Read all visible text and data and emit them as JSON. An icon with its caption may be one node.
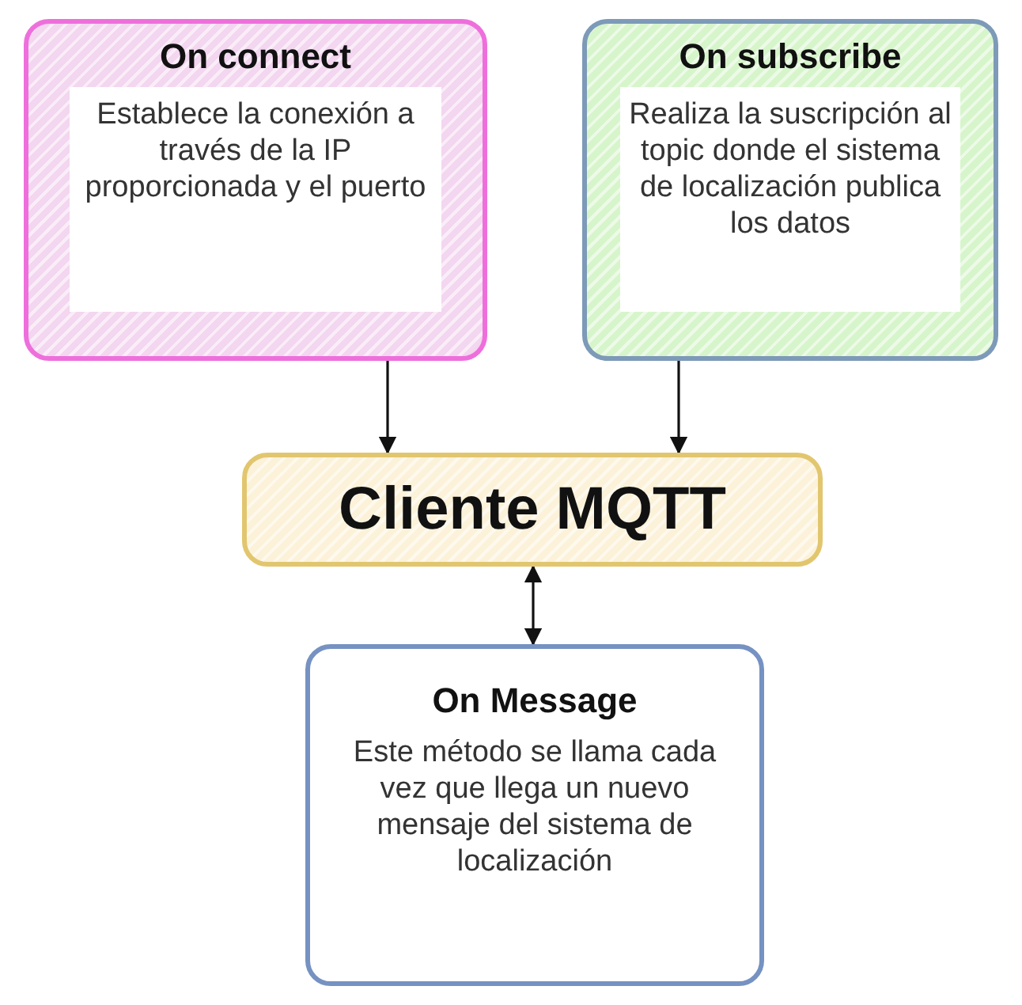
{
  "diagram": {
    "nodes": [
      {
        "text": [
          "On connect",
          "Establece la conexión a través de la IP proporcionada y el puerto"
        ]
      },
      {
        "text": [
          "On subscribe",
          "Realiza la suscripción al topic donde el sistema de localización publica los datos"
        ]
      },
      {
        "text": [
          "Cliente MQTT"
        ]
      },
      {
        "text": [
          "On Message",
          "Este método se llama cada vez que llega un nuevo mensaje del sistema de localización"
        ]
      }
    ],
    "edges": [
      {
        "from": 0,
        "to": 2,
        "arrow": "to"
      },
      {
        "from": 1,
        "to": 2,
        "arrow": "to"
      },
      {
        "from": 2,
        "to": 3,
        "arrow": "both"
      }
    ]
  }
}
